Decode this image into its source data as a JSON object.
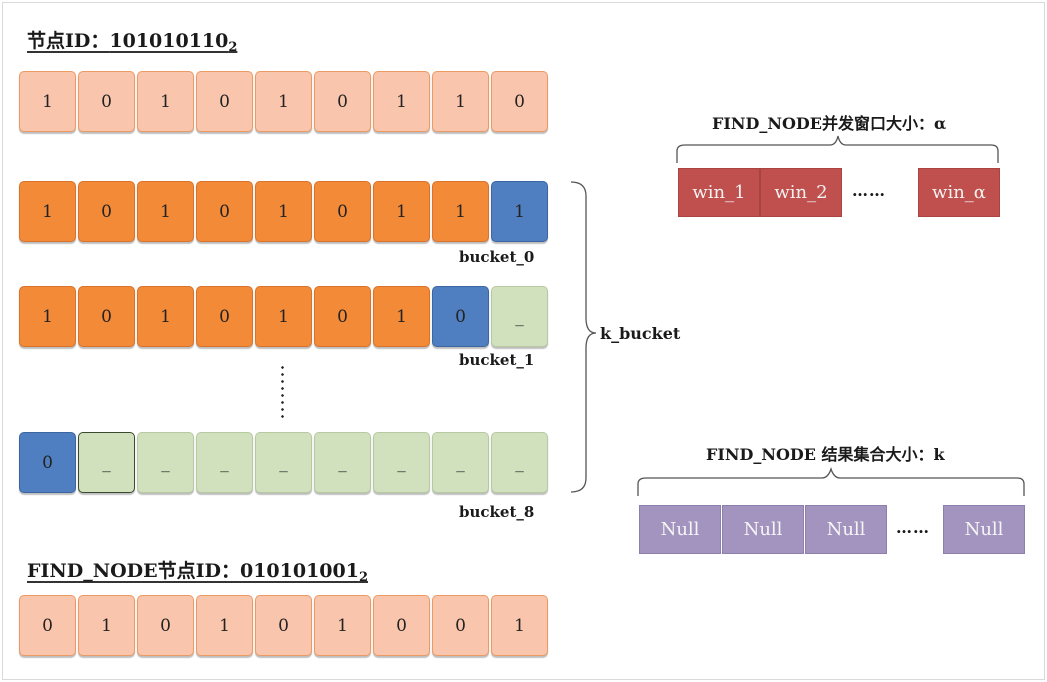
{
  "node_id": {
    "prefix": "节点ID：",
    "value": "101010110",
    "base": "2"
  },
  "node_bits": [
    "1",
    "0",
    "1",
    "0",
    "1",
    "0",
    "1",
    "1",
    "0"
  ],
  "buckets": [
    {
      "label": "bucket_0",
      "bits": [
        "1",
        "0",
        "1",
        "0",
        "1",
        "0",
        "1",
        "1",
        "1"
      ]
    },
    {
      "label": "bucket_1",
      "bits": [
        "1",
        "0",
        "1",
        "0",
        "1",
        "0",
        "1",
        "0",
        "_"
      ]
    },
    {
      "label": "bucket_8",
      "bits": [
        "0",
        "_",
        "_",
        "_",
        "_",
        "_",
        "_",
        "_",
        "_"
      ]
    }
  ],
  "k_bucket_label": "k_bucket",
  "find_node_id": {
    "prefix": "FIND_NODE节点ID：",
    "value": "010101001",
    "base": "2"
  },
  "find_node_bits": [
    "0",
    "1",
    "0",
    "1",
    "0",
    "1",
    "0",
    "0",
    "1"
  ],
  "window": {
    "title": "FIND_NODE并发窗口大小：α",
    "items": [
      "win_1",
      "win_2",
      "win_α"
    ],
    "ellipsis": "……"
  },
  "result": {
    "title": "FIND_NODE 结果集合大小：k",
    "items": [
      "Null",
      "Null",
      "Null",
      "Null"
    ],
    "ellipsis": "……"
  },
  "colors": {
    "id_cell": "#f9c5ad",
    "prefix_cell": "#f28a38",
    "flip_cell": "#4f7fc0",
    "empty_cell": "#d1e0bd",
    "window_box": "#c0504d",
    "result_box": "#a394bf"
  }
}
